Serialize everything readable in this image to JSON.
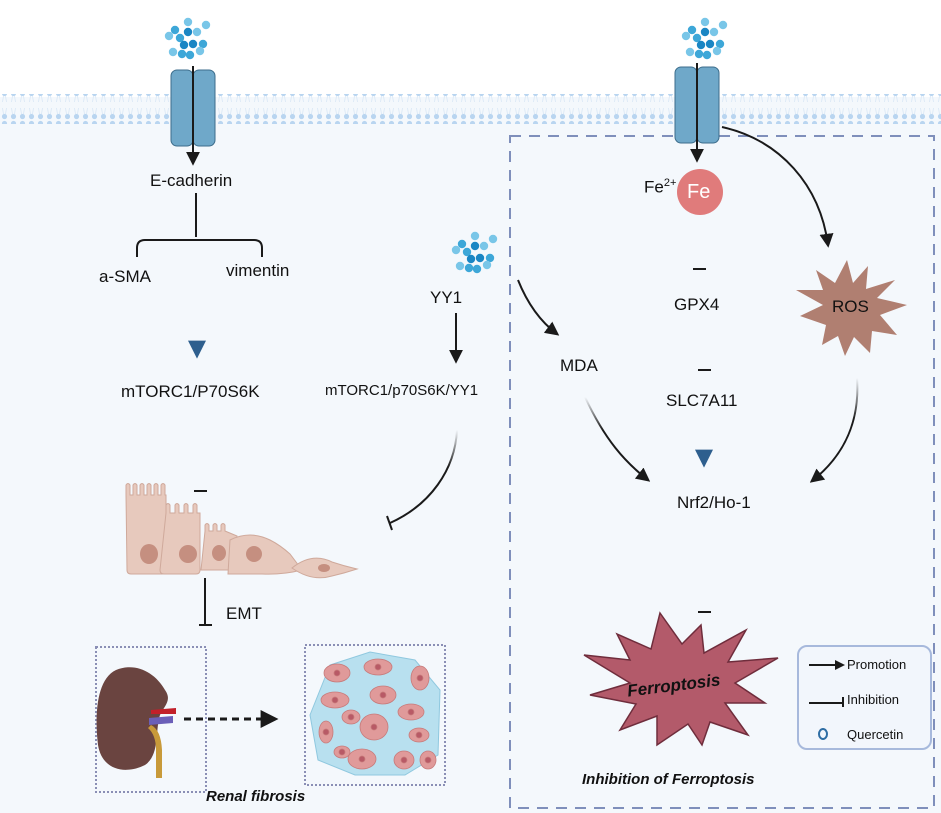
{
  "figure": {
    "colors": {
      "cytoplasm": "#f4f8fc",
      "membrane_head": "#b9d5f0",
      "channel": "#6fa8c9",
      "channel_stroke": "#3c6d8c",
      "ligand_dark": "#1a86c4",
      "ligand_mid": "#3da7d8",
      "ligand_light": "#79c6e8",
      "promotion_blue": "#2e5f8e",
      "iron": "#e07b7b",
      "ros": "#b07f71",
      "ferroptosis": "#b35a6a",
      "dashed_region": "#7f8fbb",
      "cell": "#e7c9bd",
      "nucleus": "#c58f80",
      "legend_border": "#a7b9dc"
    }
  },
  "left_pathway": {
    "e_cadherin": "E-cadherin",
    "a_sma": "a-SMA",
    "vimentin": "vimentin",
    "mtorc1_p70s6k": "mTORC1/P70S6K",
    "emt": "EMT",
    "renal_fibrosis": "Renal fibrosis"
  },
  "middle_pathway": {
    "yy1": "YY1",
    "mtorc1_p70s6k_yy1": "mTORC1/p70S6K/YY1"
  },
  "right_pathway": {
    "fe2_base": "Fe",
    "fe2_sup": "2+",
    "fe_symbol": "Fe",
    "gpx4": "GPX4",
    "slc7a11": "SLC7A11",
    "ros": "ROS",
    "mda": "MDA",
    "nrf2_ho1": "Nrf2/Ho-1",
    "ferroptosis": "Ferroptosis",
    "caption": "Inhibition of Ferroptosis"
  },
  "legend": {
    "items": [
      {
        "symbol": "promotion-arrow",
        "label": "Promotion"
      },
      {
        "symbol": "inhibition-bar",
        "label": "Inhibition"
      },
      {
        "symbol": "quercetin-circle",
        "label": "Quercetin"
      }
    ]
  }
}
